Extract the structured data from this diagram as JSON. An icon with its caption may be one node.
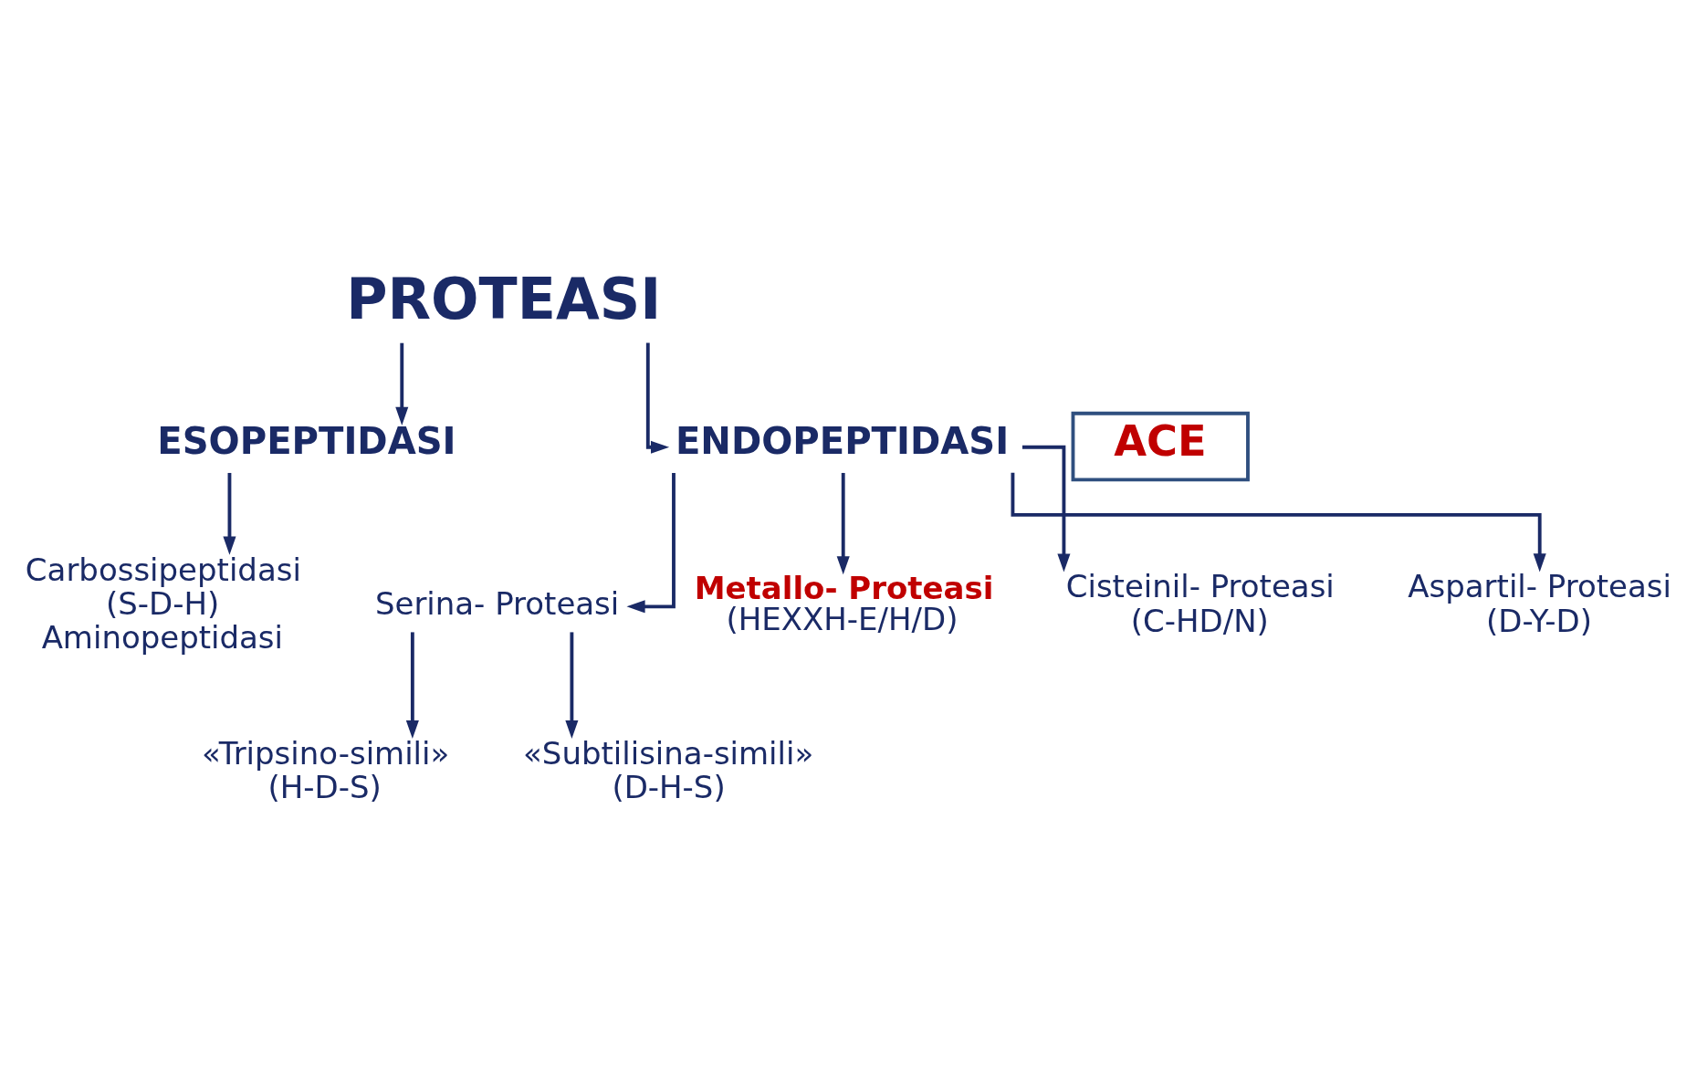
{
  "diagram": {
    "nodes": [
      {
        "text": [
          "PROTEASI"
        ]
      },
      {
        "text": [
          "ESOPEPTIDASI"
        ]
      },
      {
        "text": [
          "ENDOPEPTIDASI"
        ]
      },
      {
        "text": [
          "Carbossipeptidasi (S-D-H)",
          "Aminopeptidasi"
        ]
      },
      {
        "text": [
          "ACE"
        ]
      },
      {
        "text": [
          "Serina- Proteasi"
        ]
      },
      {
        "text": [
          "Metallo- Proteasi",
          "(HEXXH-E/H/D)"
        ]
      },
      {
        "text": [
          "Cisteinil- Proteasi",
          "(C-HD/N)"
        ]
      },
      {
        "text": [
          "Aspartil- Proteasi",
          "(D-Y-D)"
        ]
      },
      {
        "text": [
          "«Tripsino-simili» (H-D-S)"
        ]
      },
      {
        "text": [
          "«Subtilisina-simili» (D-H-S)"
        ]
      }
    ],
    "edges": [
      {
        "from": 0,
        "to": 1,
        "arrow": "to"
      },
      {
        "from": 0,
        "to": 2,
        "arrow": "to"
      },
      {
        "from": 1,
        "to": 3,
        "arrow": "to"
      },
      {
        "from": 2,
        "to": 5,
        "arrow": "to"
      },
      {
        "from": 2,
        "to": 6,
        "arrow": "to"
      },
      {
        "from": 2,
        "to": 7,
        "arrow": "to"
      },
      {
        "from": 2,
        "to": 8,
        "arrow": "to"
      },
      {
        "from": 5,
        "to": 9,
        "arrow": "to"
      },
      {
        "from": 5,
        "to": 10,
        "arrow": "to"
      }
    ]
  }
}
